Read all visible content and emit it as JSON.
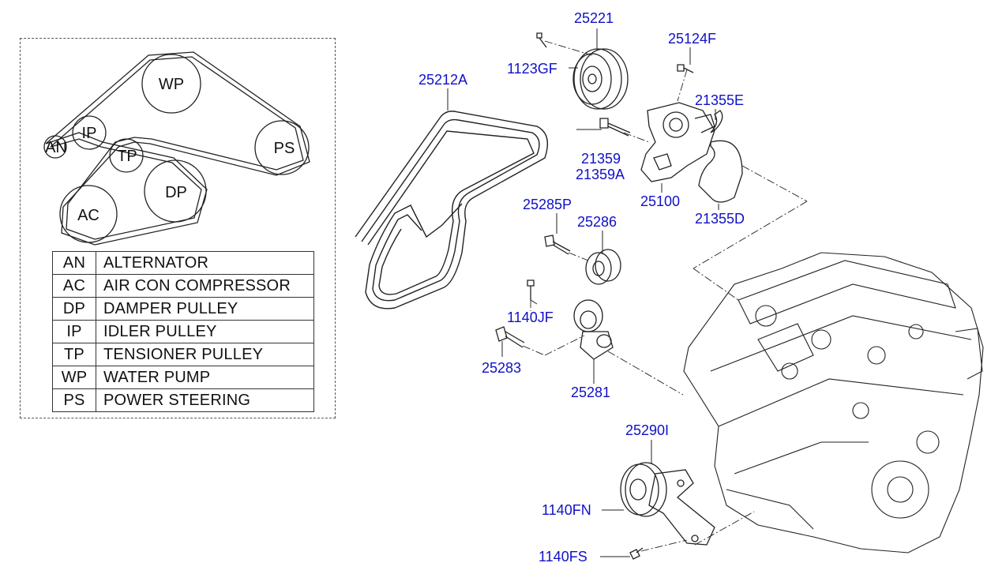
{
  "routing_diagram": {
    "pulleys": [
      {
        "key": "wp",
        "label": "WP"
      },
      {
        "key": "ip",
        "label": "IP"
      },
      {
        "key": "an",
        "label": "AN"
      },
      {
        "key": "ps",
        "label": "PS"
      },
      {
        "key": "tp",
        "label": "TP"
      },
      {
        "key": "dp",
        "label": "DP"
      },
      {
        "key": "ac",
        "label": "AC"
      }
    ]
  },
  "legend": [
    {
      "abbr": "AN",
      "name": "ALTERNATOR"
    },
    {
      "abbr": "AC",
      "name": "AIR CON COMPRESSOR"
    },
    {
      "abbr": "DP",
      "name": "DAMPER PULLEY"
    },
    {
      "abbr": "IP",
      "name": "IDLER PULLEY"
    },
    {
      "abbr": "TP",
      "name": "TENSIONER PULLEY"
    },
    {
      "abbr": "WP",
      "name": "WATER PUMP"
    },
    {
      "abbr": "PS",
      "name": "POWER STEERING"
    }
  ],
  "part_labels": {
    "p25221": "25221",
    "p25124F": "25124F",
    "p1123GF": "1123GF",
    "p25212A": "25212A",
    "p21355E": "21355E",
    "p21359": "21359",
    "p21359A": "21359A",
    "p25100": "25100",
    "p21355D": "21355D",
    "p25285P": "25285P",
    "p25286": "25286",
    "p1140JF": "1140JF",
    "p25283": "25283",
    "p25281": "25281",
    "p25290I": "25290I",
    "p1140FN": "1140FN",
    "p1140FS": "1140FS"
  },
  "colors": {
    "label": "#1010c8",
    "line": "#222222"
  }
}
